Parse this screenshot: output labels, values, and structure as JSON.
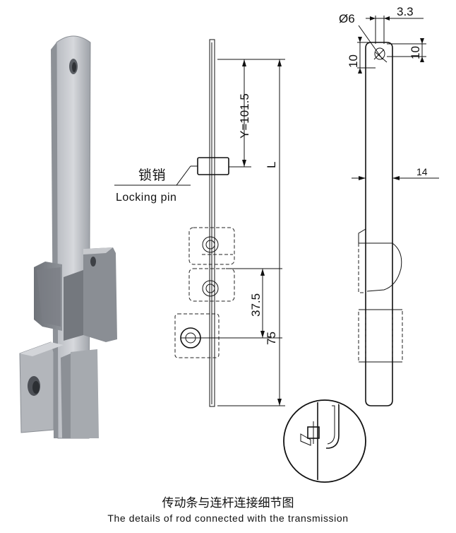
{
  "drawing": {
    "labels": {
      "locking_pin_cn": "锁销",
      "locking_pin_en": "Locking pin"
    },
    "dimensions": {
      "y": "Y=101.5",
      "l": "L",
      "d375": "37.5",
      "d75": "75",
      "hole_dia": "Ø6",
      "slot_w": "3.3",
      "h10_left": "10",
      "h10_right": "10",
      "width14": "14"
    },
    "caption": {
      "cn": "传动条与连杆连接细节图",
      "en": "The details of rod connected with the transmission"
    }
  }
}
